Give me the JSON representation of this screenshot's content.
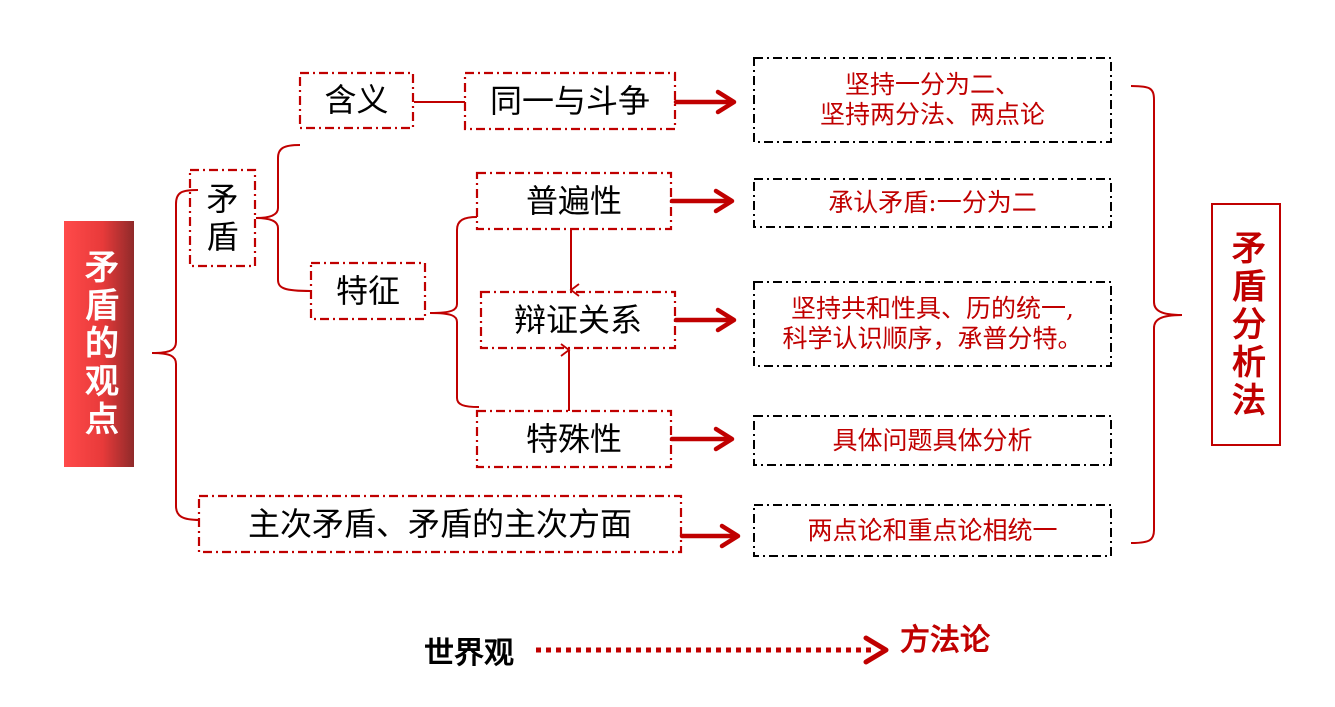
{
  "title_left": "矛盾的观点",
  "title_right": "矛盾分析法",
  "concepts": {
    "meaning": "含义",
    "contradiction": "矛\n盾",
    "features": "特征",
    "identity_struggle": "同一与斗争",
    "universality": "普遍性",
    "dialectical_relation": "辩证关系",
    "particularity": "特殊性",
    "principal_secondary": "主次矛盾、矛盾的主次方面"
  },
  "methods": {
    "one_divides_two": "坚持一分为二、\n坚持两分法、两点论",
    "admit_contradiction": "承认矛盾:一分为二",
    "unity_general_particular": "坚持共和性具、历的统一,\n科学认识顺序，承普分特。",
    "concrete_analysis": "具体问题具体分析",
    "two_point_key_point": "两点论和重点论相统一"
  },
  "footer": {
    "from": "世界观",
    "to": "方法论"
  },
  "colors": {
    "accent": "#c00000",
    "title_gradient_start": "#ff4a4a",
    "title_gradient_end": "#8f2a2a"
  }
}
